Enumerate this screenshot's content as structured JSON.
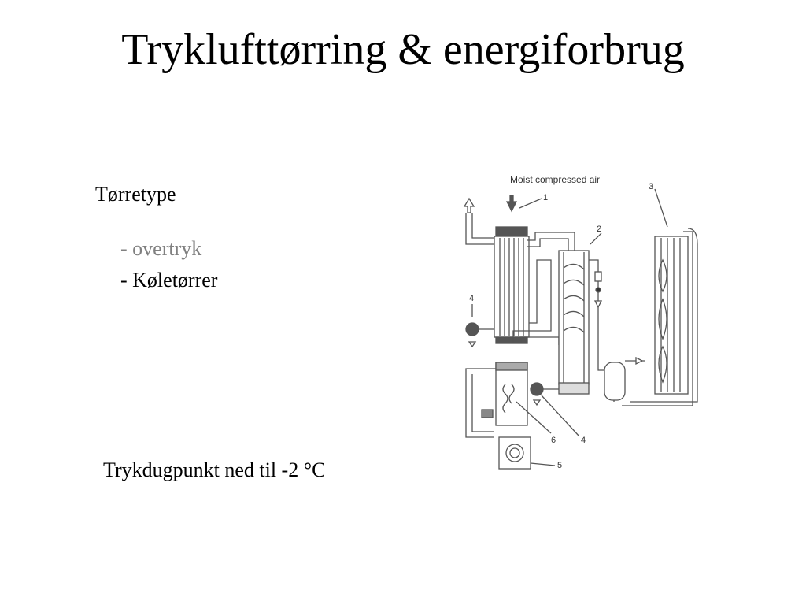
{
  "slide": {
    "title": "Tryklufttørring & energiforbrug",
    "heading": "Tørretype",
    "bullets": [
      {
        "text": "- overtryk",
        "color": "#808080"
      },
      {
        "text": "- Køletørrer",
        "color": "#000000"
      }
    ],
    "footer": "Trykdugpunkt ned til -2 °C"
  },
  "diagram": {
    "caption": "Moist compressed air",
    "callouts": [
      "1",
      "2",
      "3",
      "4",
      "4",
      "5",
      "6"
    ]
  }
}
